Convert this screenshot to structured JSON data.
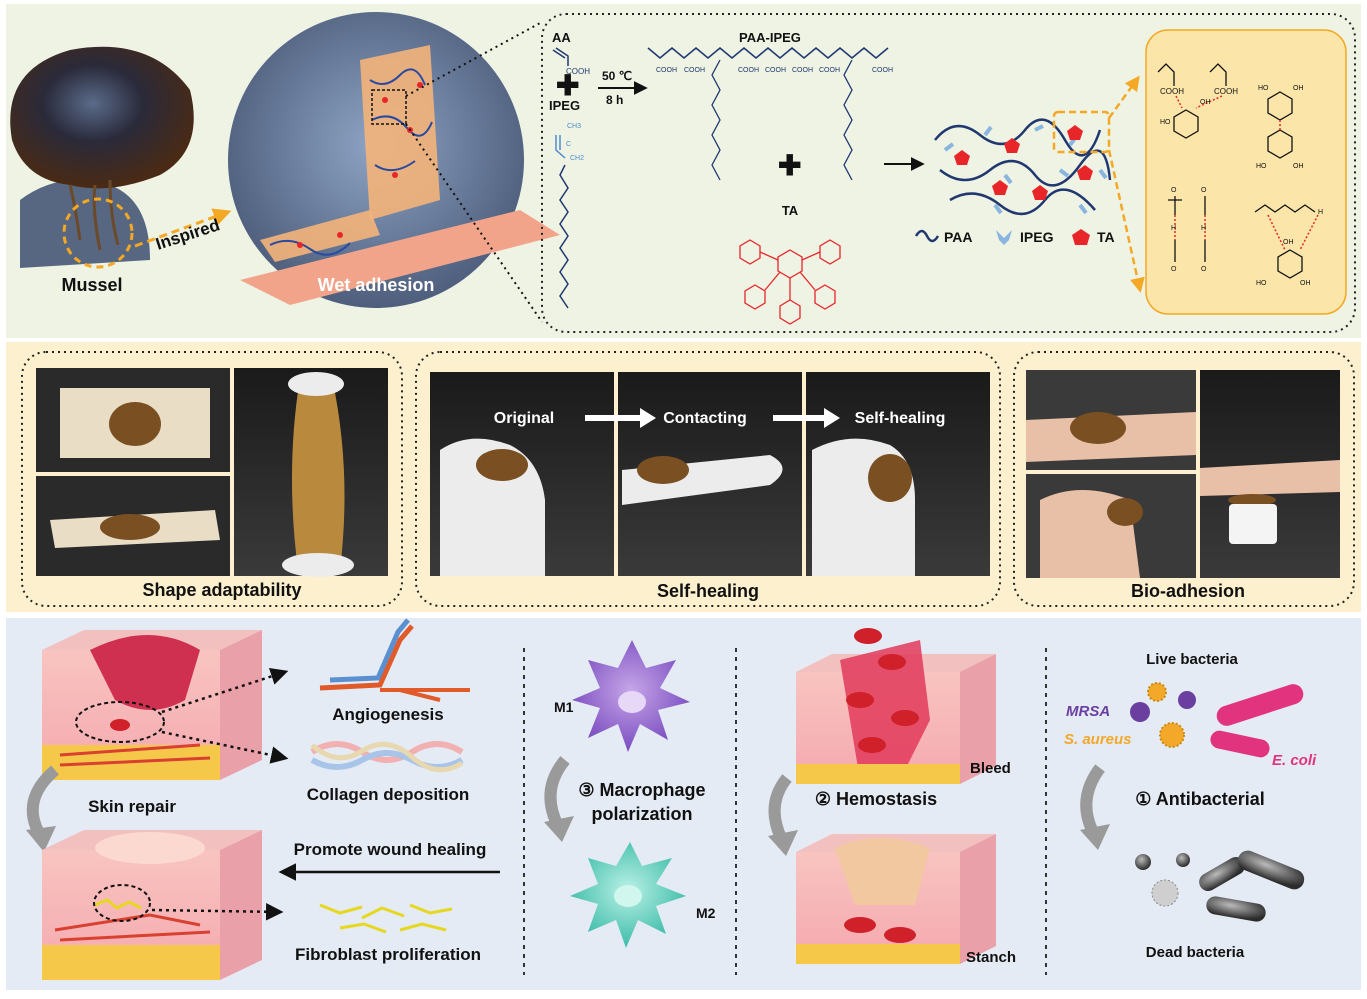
{
  "top": {
    "mussel_label": "Mussel",
    "inspired_label": "Inspired",
    "wet_adhesion_label": "Wet adhesion",
    "synthesis": {
      "aa_label": "AA",
      "cooh": "COOH",
      "ipeg_label": "IPEG",
      "ch3": "CH3",
      "ch2": "CH2",
      "c_atom": "C",
      "condition_temp": "50 ℃",
      "condition_time": "8 h",
      "polymer_label": "PAA-IPEG",
      "ta_label": "TA",
      "h_atom": "H",
      "o_atom": "O"
    },
    "legend": {
      "paa": "PAA",
      "ipeg": "IPEG",
      "ta": "TA"
    },
    "chem": {
      "oh": "OH",
      "ho": "HO",
      "cooh": "COOH"
    }
  },
  "middle": {
    "shape_label": "Shape adaptability",
    "selfheal": {
      "title": "Self-healing",
      "step1": "Original",
      "step2": "Contacting",
      "step3": "Self-healing"
    },
    "bio_label": "Bio-adhesion"
  },
  "bottom": {
    "skin_repair": "Skin repair",
    "angiogenesis": "Angiogenesis",
    "collagen": "Collagen deposition",
    "promote": "Promote wound healing",
    "fibroblast": "Fibroblast proliferation",
    "m1": "M1",
    "m2": "M2",
    "macrophage_line1": "③ Macrophage",
    "macrophage_line2": "polarization",
    "bleed": "Bleed",
    "hemostasis": "② Hemostasis",
    "stanch": "Stanch",
    "live": "Live bacteria",
    "mrsa": "MRSA",
    "saureus": "S. aureus",
    "ecoli": "E. coli",
    "antibacterial": "① Antibacterial",
    "dead": "Dead bacteria"
  },
  "colors": {
    "top_bg": "#eef3e4",
    "mid_bg": "#fdf0cf",
    "bot_bg": "#e4ebf4",
    "accent_orange": "#f4a823",
    "polymer_blue": "#20386f",
    "ipeg_blue": "#8ab5df",
    "ta_red": "#e8262a",
    "mrsa_purple": "#6a3fa0",
    "saureus_orange": "#f4a82a",
    "ecoli_pink": "#e2337e"
  }
}
